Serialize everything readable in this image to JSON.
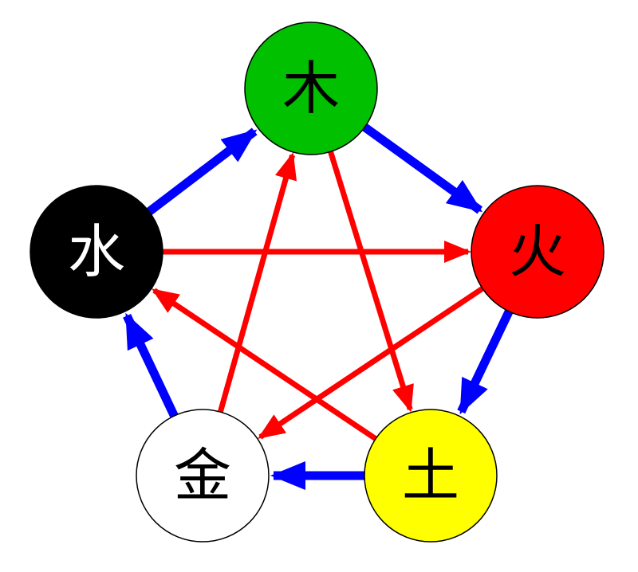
{
  "colors": {
    "generating": "#0000ff",
    "controlling": "#ff0000"
  },
  "elements": {
    "wood": {
      "char": "木",
      "fill": "#00c000",
      "text_color": "#000000"
    },
    "fire": {
      "char": "火",
      "fill": "#ff0000",
      "text_color": "#000000"
    },
    "earth": {
      "char": "土",
      "fill": "#ffff00",
      "text_color": "#000000"
    },
    "metal": {
      "char": "金",
      "fill": "#ffffff",
      "text_color": "#000000"
    },
    "water": {
      "char": "水",
      "fill": "#000000",
      "text_color": "#ffffff"
    }
  },
  "generating_cycle": [
    {
      "from": "wood",
      "to": "fire"
    },
    {
      "from": "fire",
      "to": "earth"
    },
    {
      "from": "earth",
      "to": "metal"
    },
    {
      "from": "metal",
      "to": "water"
    },
    {
      "from": "water",
      "to": "wood"
    }
  ],
  "controlling_cycle": [
    {
      "from": "wood",
      "to": "earth"
    },
    {
      "from": "earth",
      "to": "water"
    },
    {
      "from": "water",
      "to": "fire"
    },
    {
      "from": "fire",
      "to": "metal"
    },
    {
      "from": "metal",
      "to": "wood"
    }
  ]
}
